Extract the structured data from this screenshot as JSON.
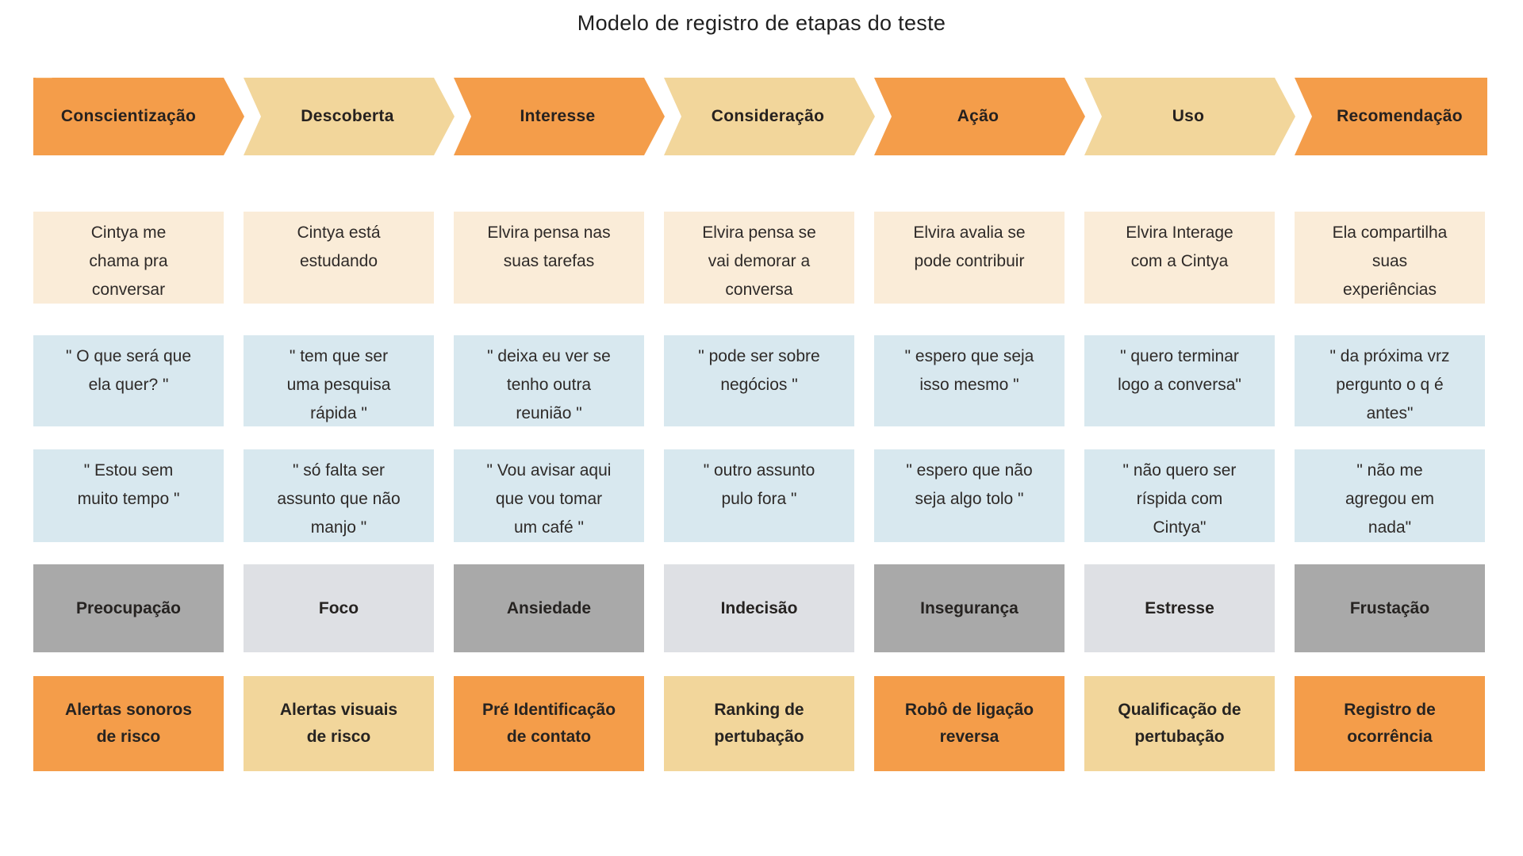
{
  "title": "Modelo de registro de etapas do teste",
  "colors": {
    "orange": "#F49D4A",
    "tan": "#F2D69B",
    "cream": "#FAECD8",
    "blue": "#D8E8EF",
    "gray_dark": "#A9A9A9",
    "gray_light": "#DEE0E4"
  },
  "stages": [
    {
      "label": "Conscientização",
      "tone": "orange",
      "action": "Cintya me\nchama pra\nconversar",
      "quote1": "\" O que será que\nela quer? \"",
      "quote2": "\" Estou sem\nmuito tempo \"",
      "emotion": "Preocupação",
      "emotion_tone": "dark",
      "solution": "Alertas sonoros\nde risco",
      "solution_tone": "orange"
    },
    {
      "label": "Descoberta",
      "tone": "tan",
      "action": "Cintya está\nestudando",
      "quote1": "\" tem que ser\numa pesquisa\nrápida \"",
      "quote2": "\" só falta ser\nassunto que não\nmanjo \"",
      "emotion": "Foco",
      "emotion_tone": "light",
      "solution": "Alertas visuais\nde risco",
      "solution_tone": "tan"
    },
    {
      "label": "Interesse",
      "tone": "orange",
      "action": "Elvira pensa nas\nsuas tarefas",
      "quote1": "\" deixa eu ver se\ntenho outra\nreunião \"",
      "quote2": "\" Vou avisar aqui\nque vou tomar\num café \"",
      "emotion": "Ansiedade",
      "emotion_tone": "dark",
      "solution": "Pré Identificação\nde contato",
      "solution_tone": "orange"
    },
    {
      "label": "Consideração",
      "tone": "tan",
      "action": "Elvira pensa se\nvai demorar a\nconversa",
      "quote1": "\" pode ser sobre\nnegócios \"",
      "quote2": "\" outro assunto\npulo fora \"",
      "emotion": "Indecisão",
      "emotion_tone": "light",
      "solution": "Ranking de\npertubação",
      "solution_tone": "tan"
    },
    {
      "label": "Ação",
      "tone": "orange",
      "action": "Elvira avalia se\npode contribuir",
      "quote1": "\" espero que seja\nisso mesmo \"",
      "quote2": "\" espero que não\nseja algo tolo \"",
      "emotion": "Insegurança",
      "emotion_tone": "dark",
      "solution": "Robô de ligação\nreversa",
      "solution_tone": "orange"
    },
    {
      "label": "Uso",
      "tone": "tan",
      "action": "Elvira Interage\ncom a Cintya",
      "quote1": "\" quero terminar\nlogo a conversa\"",
      "quote2": "\" não quero ser\nríspida com\nCintya\"",
      "emotion": "Estresse",
      "emotion_tone": "light",
      "solution": "Qualificação de\npertubação",
      "solution_tone": "tan"
    },
    {
      "label": "Recomendação",
      "tone": "orange",
      "action": "Ela compartilha\nsuas\nexperiências",
      "quote1": "\" da próxima vrz\npergunto o q é\nantes\"",
      "quote2": "\" não me\nagregou em\nnada\"",
      "emotion": "Frustação",
      "emotion_tone": "dark",
      "solution": "Registro de\nocorrência",
      "solution_tone": "orange"
    }
  ]
}
